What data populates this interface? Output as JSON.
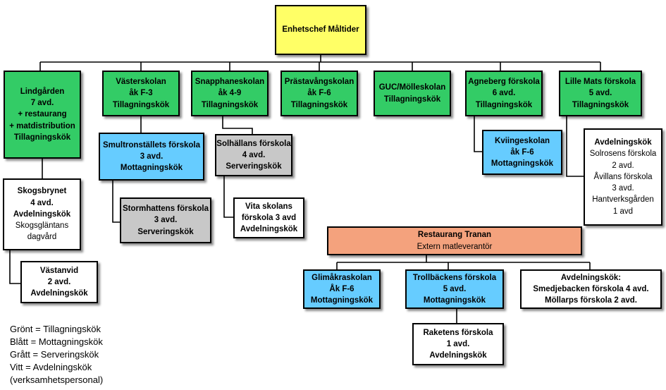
{
  "colors": {
    "yellow": "#ffff66",
    "green": "#33cc66",
    "blue": "#66ccff",
    "grey": "#c8c8c8",
    "white": "#ffffff",
    "orange": "#f4a27d"
  },
  "boxes": {
    "root": [
      "Enhetschef Måltider"
    ],
    "lindgarden": [
      "Lindgården",
      "7 avd.",
      "+ restaurang",
      "+ matdistribution",
      "Tillagningskök"
    ],
    "vasterskolan": [
      "Västerskolan",
      "åk F-3",
      "Tillagningskök"
    ],
    "snapphaneskolan": [
      "Snapphaneskolan",
      "åk 4-9",
      "Tillagningskök"
    ],
    "prastavangskolan": [
      "Prästavångskolan",
      "åk F-6",
      "Tillagningskök"
    ],
    "guc": [
      "GUC/Mölleskolan",
      "Tillagningskök"
    ],
    "agneberg": [
      "Agneberg förskola",
      "6 avd.",
      "Tillagningskök"
    ],
    "lille_mats": [
      "Lille Mats förskola",
      "5 avd.",
      "Tillagningskök"
    ],
    "smultron": [
      "Smultronställets förskola",
      "3 avd.",
      "Mottagningskök"
    ],
    "solhallan": [
      "Solhällans förskola",
      "4 avd.",
      "Serveringskök"
    ],
    "kviinge": [
      "Kviingeskolan",
      "åk F-6",
      "Mottagningskök"
    ],
    "skogsbrynet": [
      "Skogsbrynet",
      "4 avd.",
      "Avdelningskök",
      "Skogsgläntans",
      "dagvård"
    ],
    "stormhatten": [
      "Stormhattens förskola",
      "3 avd.",
      "Serveringskök"
    ],
    "vita_skolan": [
      "Vita skolans",
      "förskola  3 avd",
      "Avdelningskök"
    ],
    "avdelningskok_right": [
      "Avdelningskök",
      "Solrosens förskola",
      "2 avd.",
      "Åvillans förskola",
      "3 avd.",
      "Hantverksgården",
      "1 avd"
    ],
    "vastanvid": [
      "Västanvid",
      "2 avd.",
      "Avdelningskök"
    ],
    "tranan": [
      "Restaurang Tranan",
      "Extern matleverantör"
    ],
    "glimakra": [
      "Glimåkraskolan",
      "Åk F-6",
      "Mottagningskök"
    ],
    "trollback": [
      "Trollbäckens förskola",
      "5 avd.",
      "Mottagningskök"
    ],
    "smedje": [
      "Avdelningskök:",
      "Smedjebacken förskola 4 avd.",
      "Möllarps förskola 2 avd."
    ],
    "raketen": [
      "Raketens förskola",
      "1 avd.",
      "Avdelningskök"
    ]
  },
  "legend": [
    "Grönt = Tillagningskök",
    "Blått = Mottagningskök",
    "Grått = Serveringskök",
    "Vitt = Avdelningskök",
    "(verksamhetspersonal)"
  ]
}
